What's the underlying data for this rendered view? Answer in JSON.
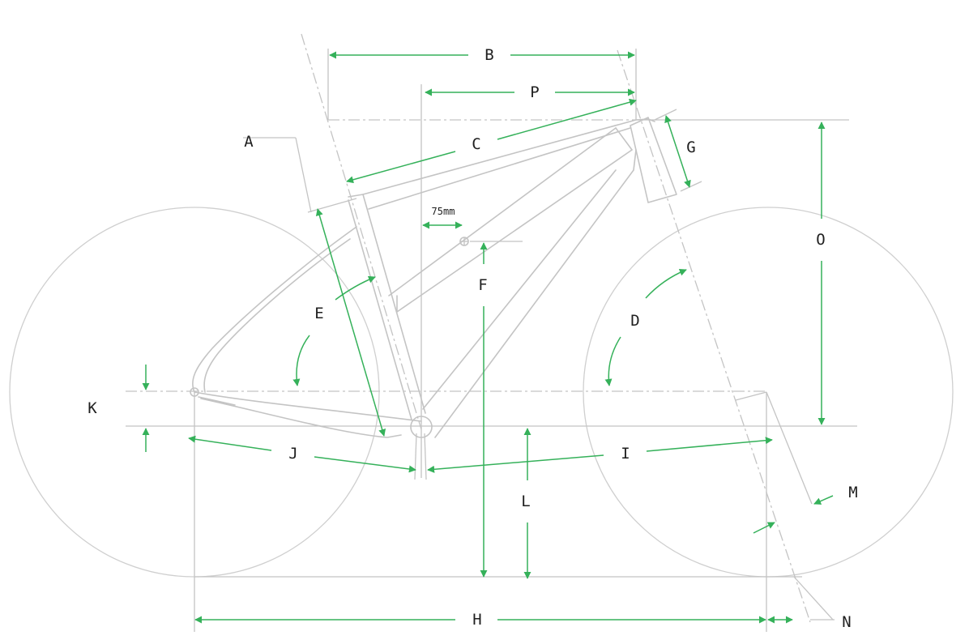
{
  "labels": {
    "A": "A",
    "B": "B",
    "C": "C",
    "D": "D",
    "E": "E",
    "F": "F",
    "G": "G",
    "H": "H",
    "I": "I",
    "J": "J",
    "K": "K",
    "L": "L",
    "M": "M",
    "N": "N",
    "O": "O",
    "P": "P"
  },
  "offset_label": "75mm",
  "colors": {
    "dimension": "#35b15a",
    "frame": "#c4c4c4",
    "text": "#1f1f1f"
  }
}
